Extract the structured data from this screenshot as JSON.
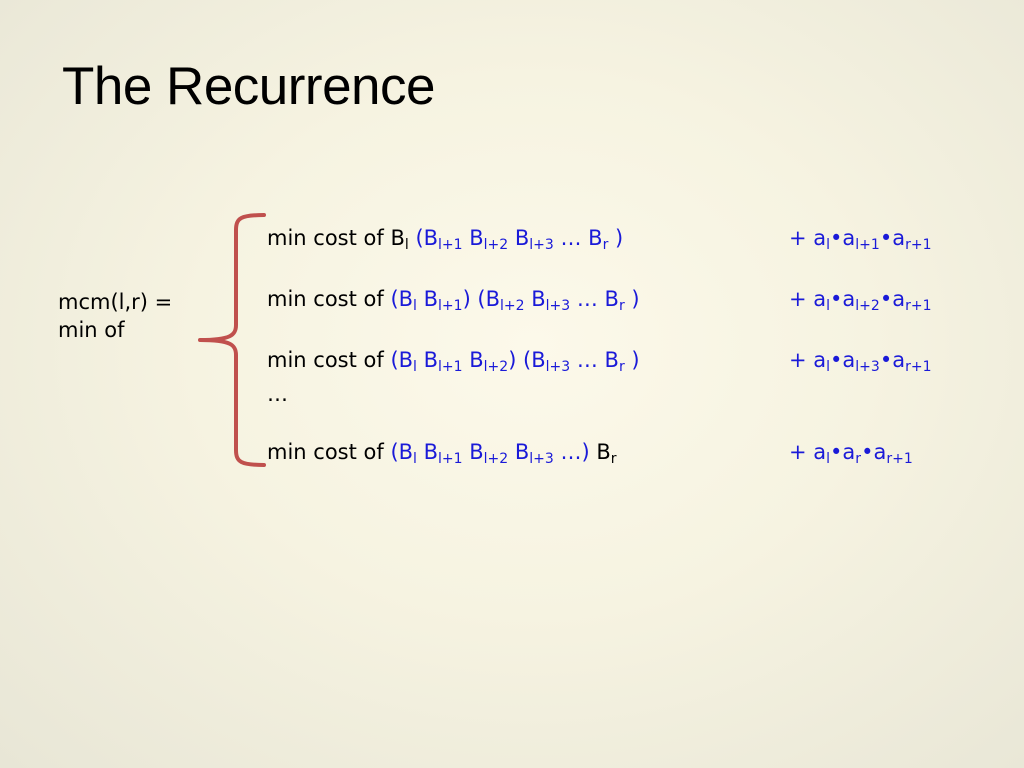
{
  "slide": {
    "title": "The Recurrence",
    "lhs": {
      "line1": "mcm(l,r) =",
      "line2": "min of"
    },
    "vertical_ellipsis": "…",
    "colors": {
      "blue": "#1a1ad8",
      "brace": "#c0504d"
    }
  },
  "rows": [
    {
      "prefix": "min cost of ",
      "text": "min cost of Bl (Bl+1 Bl+2 Bl+3 … Br )",
      "cost": "+ al•al+1•ar+1"
    },
    {
      "prefix": "min cost of ",
      "text": "min cost of (Bl Bl+1) (Bl+2 Bl+3 … Br )",
      "cost": "+ al•al+2•ar+1"
    },
    {
      "prefix": "min cost of ",
      "text": "min cost of (Bl Bl+1 Bl+2) (Bl+3 … Br )",
      "cost": "+ al•al+3•ar+1"
    },
    {
      "prefix": "min cost of ",
      "text": "min cost of (Bl Bl+1 Bl+2 Bl+3 …) Br",
      "cost": "+ al•ar•ar+1"
    }
  ]
}
